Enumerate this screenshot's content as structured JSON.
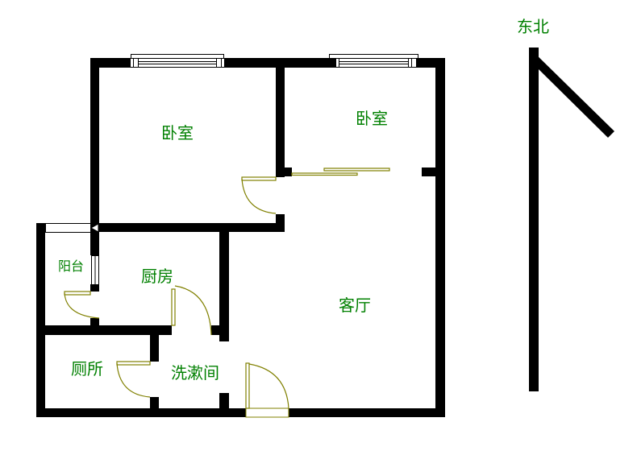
{
  "plan": {
    "rooms": {
      "bedroom_1": "卧室",
      "bedroom_2": "卧室",
      "balcony": "阳台",
      "kitchen": "厨房",
      "living_room": "客厅",
      "toilet": "厕所",
      "washroom": "洗漱间"
    },
    "compass_label": "东北",
    "colors": {
      "wall": "#000000",
      "label": "#008000",
      "door": "#808000"
    }
  }
}
